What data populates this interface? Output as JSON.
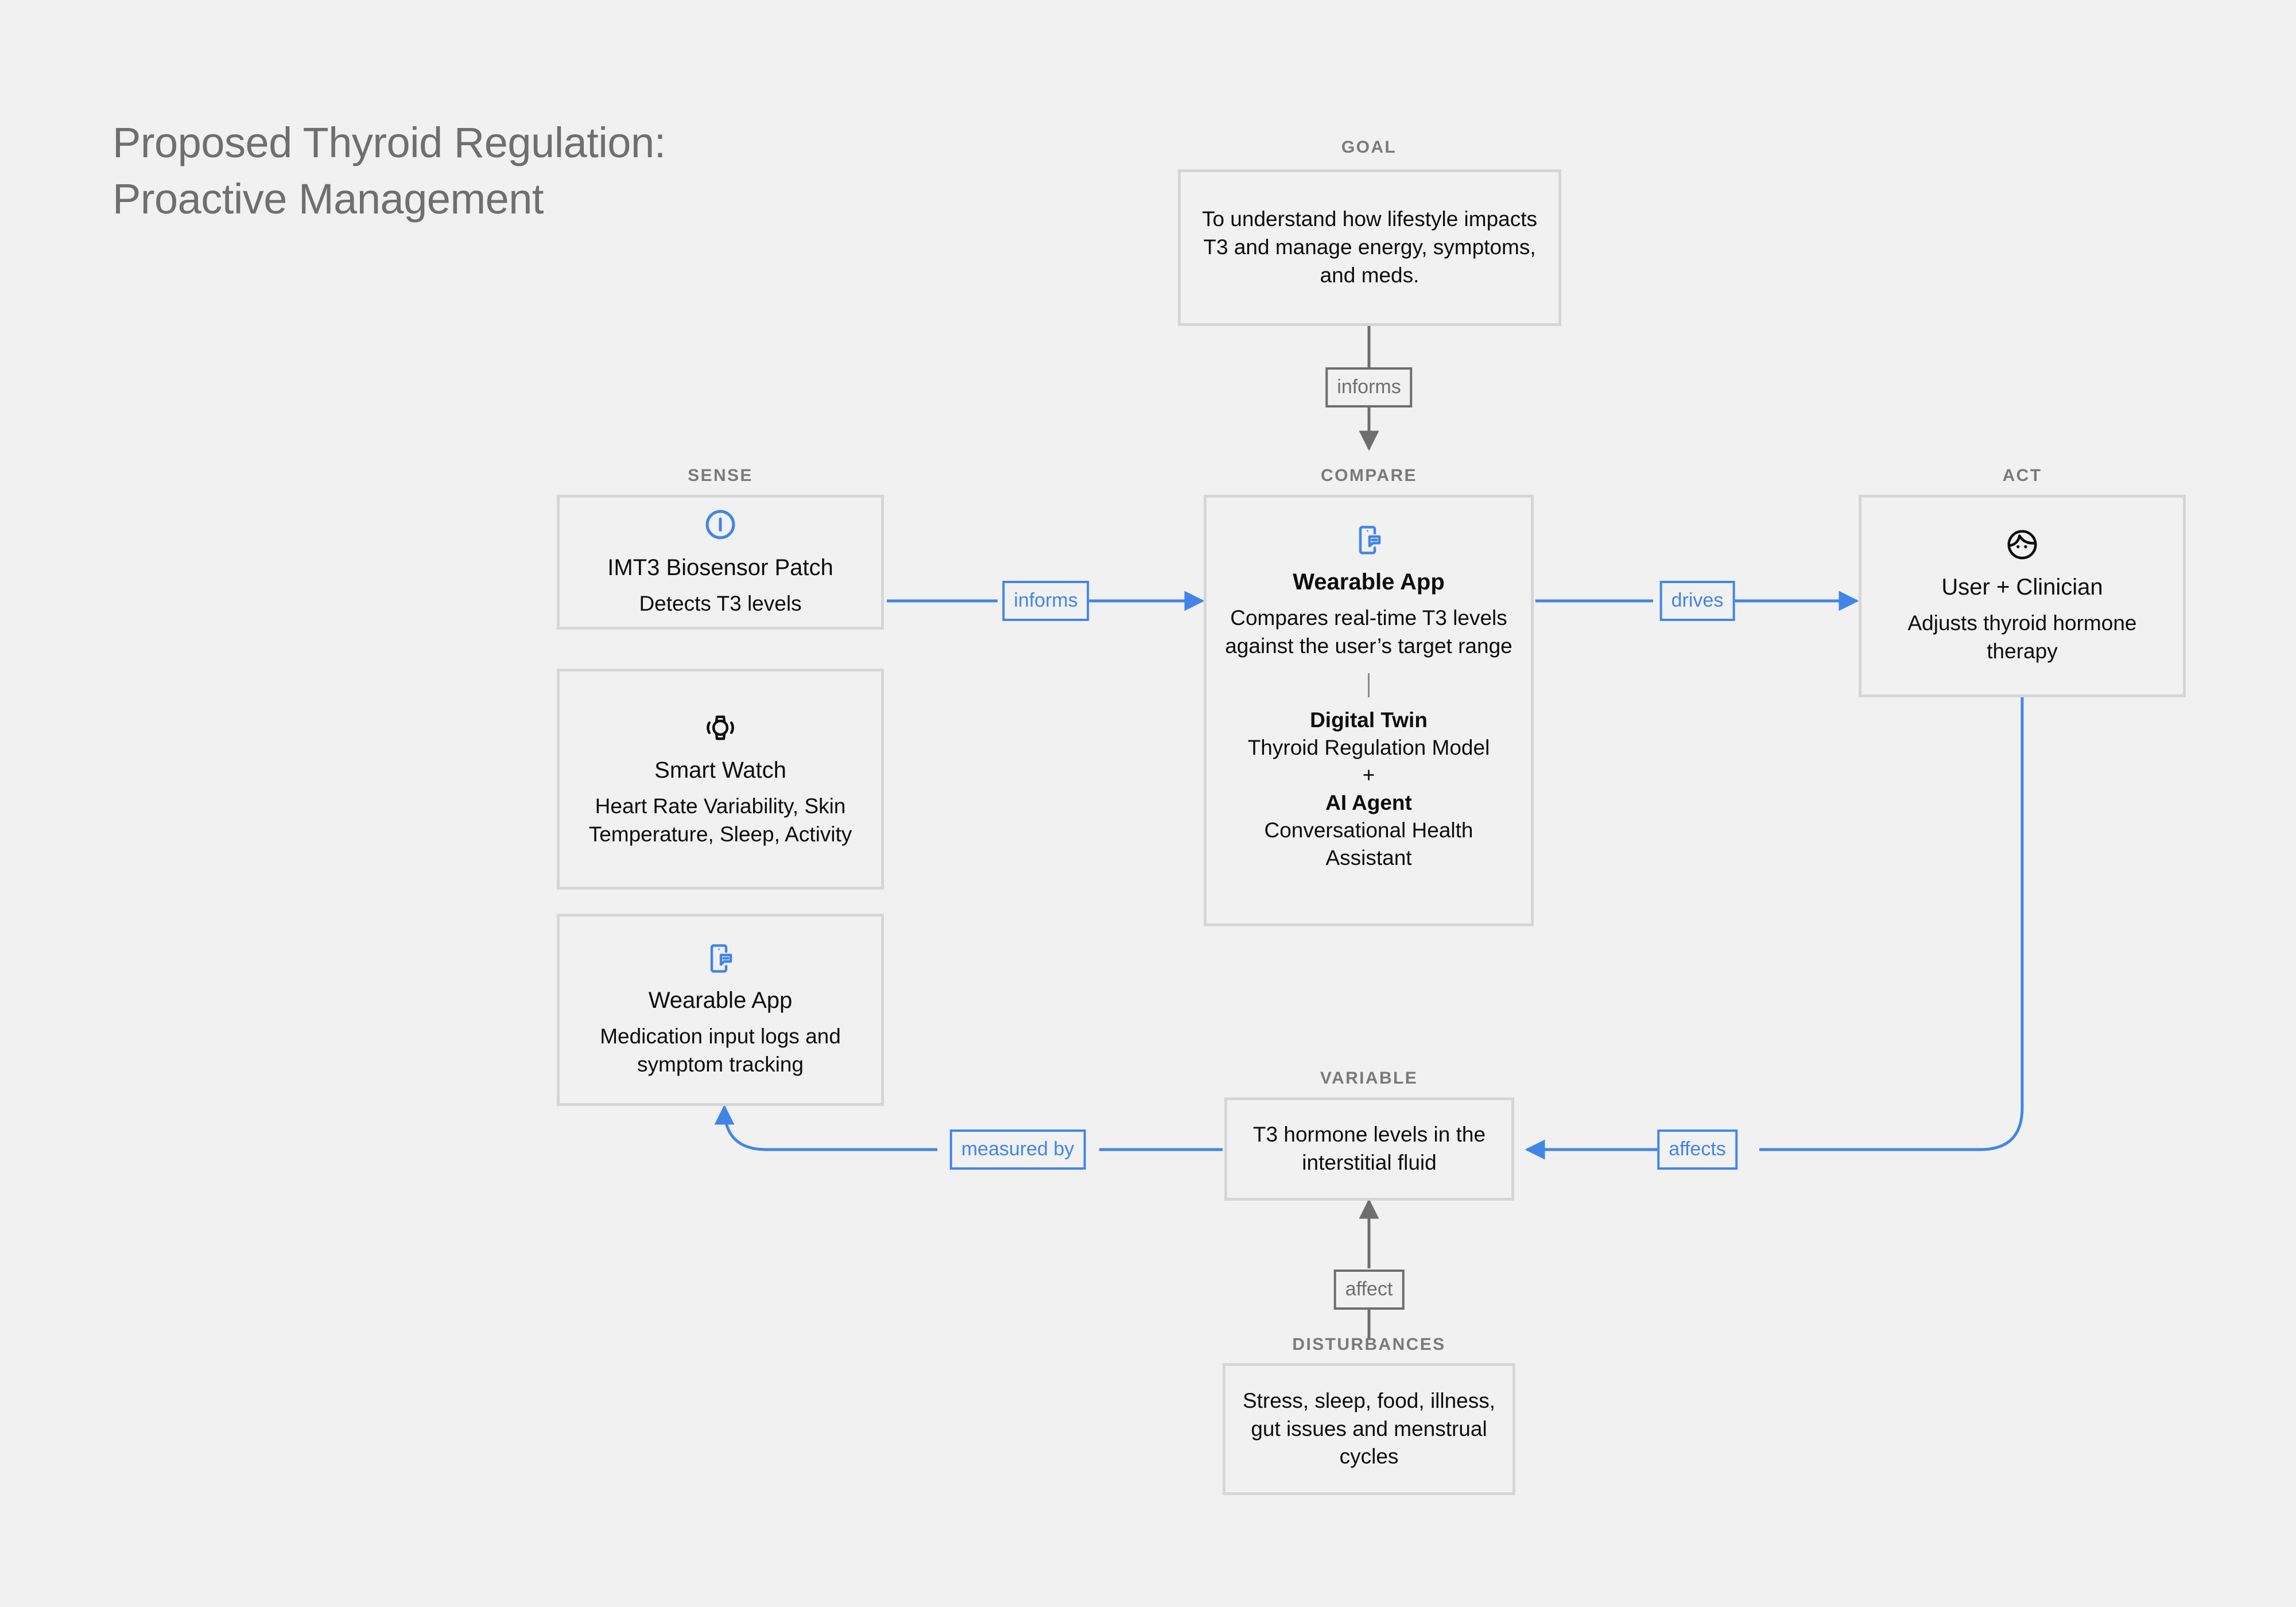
{
  "title": {
    "line1": "Proposed Thyroid Regulation:",
    "line2": "Proactive Management"
  },
  "colors": {
    "accent_blue": "#4285e8",
    "box_border": "#d6d6d6",
    "label_gray": "#7a7a7a",
    "background": "#f1f1f1",
    "text": "#0d0d0d"
  },
  "sections": {
    "goal": "GOAL",
    "sense": "SENSE",
    "compare": "COMPARE",
    "act": "ACT",
    "variable": "VARIABLE",
    "disturbances": "DISTURBANCES"
  },
  "nodes": {
    "goal": {
      "text": "To understand how lifestyle impacts T3 and manage energy, symptoms, and meds."
    },
    "biosensor": {
      "icon": "circle-bar-icon",
      "title": "IMT3 Biosensor Patch",
      "desc": "Detects T3 levels"
    },
    "smartwatch": {
      "icon": "smart-watch-icon",
      "title": "Smart Watch",
      "desc": "Heart Rate Variability, Skin Temperature, Sleep, Activity"
    },
    "wearable_app_sense": {
      "icon": "phone-chat-icon",
      "title": "Wearable App",
      "desc": "Medication input logs and symptom tracking"
    },
    "wearable_app_compare": {
      "icon": "phone-chat-icon",
      "title": "Wearable App",
      "desc": "Compares real-time T3 levels against the user’s target range",
      "digital_twin_title": "Digital Twin",
      "digital_twin_desc": "Thyroid Regulation Model",
      "plus": "+",
      "ai_agent_title": "AI Agent",
      "ai_agent_desc": "Conversational Health Assistant"
    },
    "user_clinician": {
      "icon": "person-face-icon",
      "title": "User + Clinician",
      "desc": "Adjusts thyroid hormone therapy"
    },
    "variable": {
      "text": "T3 hormone levels in the interstitial fluid"
    },
    "disturbances": {
      "text": "Stress, sleep, food, illness, gut issues and menstrual cycles"
    }
  },
  "edges": {
    "goal_to_compare": "informs",
    "sense_to_compare": "informs",
    "compare_to_act": "drives",
    "act_to_variable": "affects",
    "variable_to_sense": "measured by",
    "disturbances_to_variable": "affect"
  }
}
